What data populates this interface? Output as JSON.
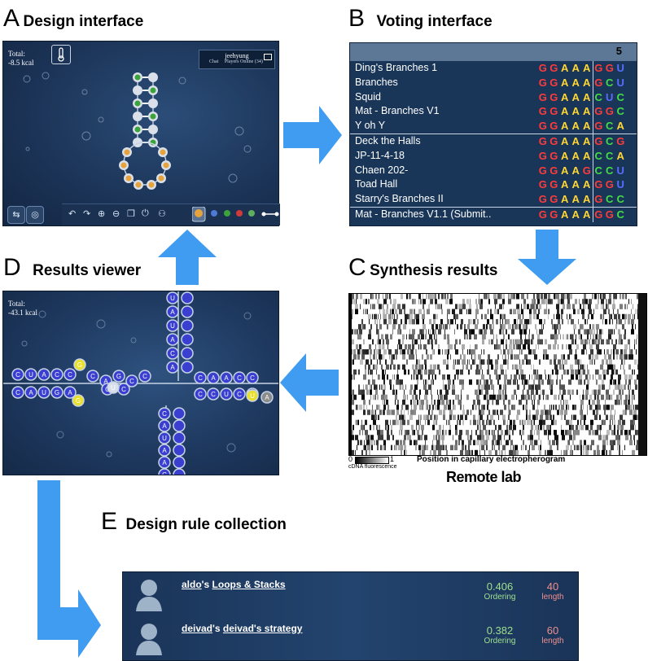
{
  "panels": {
    "a": {
      "letter": "A",
      "title": "Design interface"
    },
    "b": {
      "letter": "B",
      "title": "Voting interface"
    },
    "c": {
      "letter": "C",
      "title": "Synthesis results"
    },
    "d": {
      "letter": "D",
      "title": "Results viewer"
    },
    "e": {
      "letter": "E",
      "title": "Design rule collection"
    }
  },
  "design": {
    "total_label": "Total:",
    "total_value": "-8.5 kcal",
    "user_name": "jeehyung",
    "chat_label": "Chat",
    "players_online": "Players Online (34)"
  },
  "voting": {
    "vote_count": "5",
    "rows": [
      {
        "name": "Ding's Branches 1",
        "seq": "GGAAAGGU"
      },
      {
        "name": "Branches",
        "seq": "GGAAAGCU"
      },
      {
        "name": "Squid",
        "seq": "GGAAACUC"
      },
      {
        "name": "Mat - Branches V1",
        "seq": "GGAAAGGC"
      },
      {
        "name": "Y oh Y",
        "seq": "GGAAAGCA"
      },
      {
        "name": "Deck the Halls",
        "seq": "GGAAAGCG"
      },
      {
        "name": "JP-11-4-18",
        "seq": "GGAAACCA"
      },
      {
        "name": "Chaen 202-",
        "seq": "GGAAGCCU"
      },
      {
        "name": "Toad Hall",
        "seq": "GGAAAGGU"
      },
      {
        "name": "Starry's Branches II",
        "seq": "GGAAAGCC"
      },
      {
        "name": "Mat - Branches V1.1 (Submit..",
        "seq": "GGAAAGGC"
      }
    ],
    "base_colors": {
      "G": "#ff3b3b",
      "A": "#ffd633",
      "C": "#44dd44",
      "U": "#5a6cff"
    }
  },
  "synthesis": {
    "scale_min": "0",
    "scale_max": "1",
    "scale_label": "cDNA fluorescence",
    "x_label": "Position in capillary electropherogram",
    "caption": "Remote lab"
  },
  "results": {
    "total_label": "Total:",
    "total_value": "-43.1 kcal"
  },
  "rules": [
    {
      "author": "aldo",
      "possessive": "'s",
      "rule": "Loops & Stacks",
      "score": "0.406",
      "score_label": "Ordering",
      "length": "40",
      "length_label": "length"
    },
    {
      "author": "deivad",
      "possessive": "'s",
      "rule": "deivad's strategy",
      "score": "0.382",
      "score_label": "Ordering",
      "length": "60",
      "length_label": "length"
    }
  ]
}
